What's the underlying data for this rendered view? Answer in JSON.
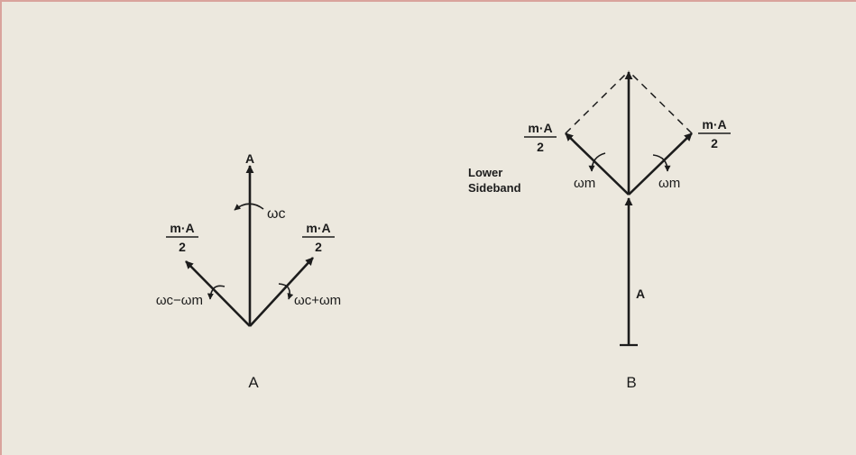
{
  "diagram_a": {
    "panel_label": "A",
    "carrier_label": "A",
    "carrier_rotation_label": "ωc",
    "left_sideband": {
      "label_top": "m·A",
      "label_bottom": "2",
      "rotation_label": "ωc−ωm"
    },
    "right_sideband": {
      "label_top": "m·A",
      "label_bottom": "2",
      "rotation_label": "ωc+ωm"
    }
  },
  "diagram_b": {
    "panel_label": "B",
    "carrier_label": "A",
    "lower_sideband_title_line1": "Lower",
    "lower_sideband_title_line2": "Sideband",
    "left_sideband": {
      "label_top": "m·A",
      "label_bottom": "2",
      "rotation_label": "ωm"
    },
    "right_sideband": {
      "label_top": "m·A",
      "label_bottom": "2",
      "rotation_label": "ωm"
    }
  },
  "colors": {
    "background": "#ece8de",
    "ink": "#1c1c1c",
    "frame": "#d9a39c"
  }
}
